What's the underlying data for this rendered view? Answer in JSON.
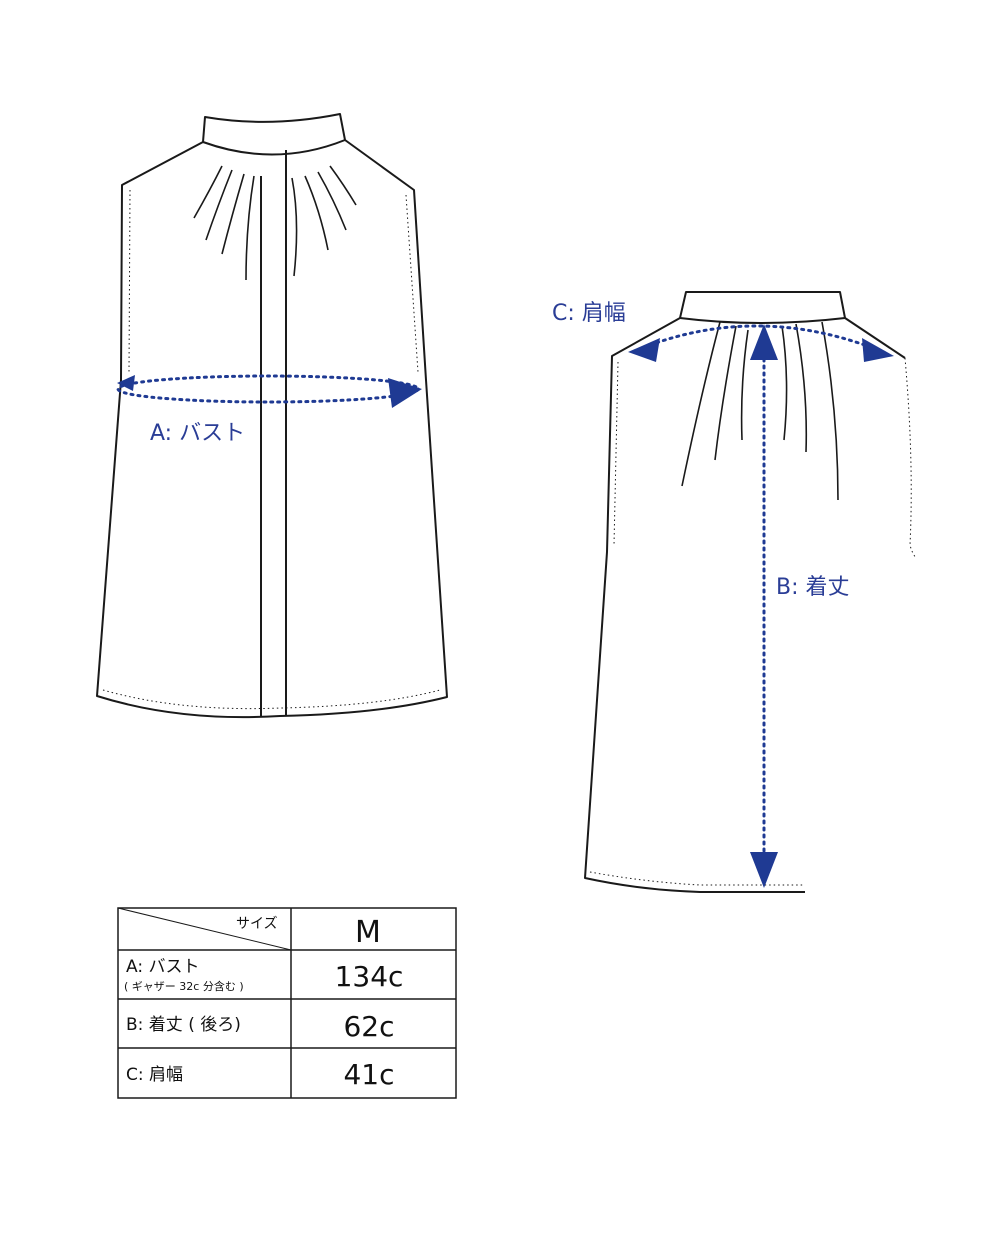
{
  "colors": {
    "outline": "#1a1a1a",
    "measure": "#1f3a93",
    "label": "#2a3d96"
  },
  "labels": {
    "bust": "A: バスト",
    "length": "B: 着丈",
    "shoulder": "C: 肩幅"
  },
  "size_table": {
    "header_label": "サイズ",
    "size_name": "M",
    "rows": [
      {
        "label": "A: バスト",
        "note": "( ギャザー 32c 分含む )",
        "value": "134c"
      },
      {
        "label": "B: 着丈 ( 後ろ)",
        "note": "",
        "value": "62c"
      },
      {
        "label": "C: 肩幅",
        "note": "",
        "value": "41c"
      }
    ]
  }
}
